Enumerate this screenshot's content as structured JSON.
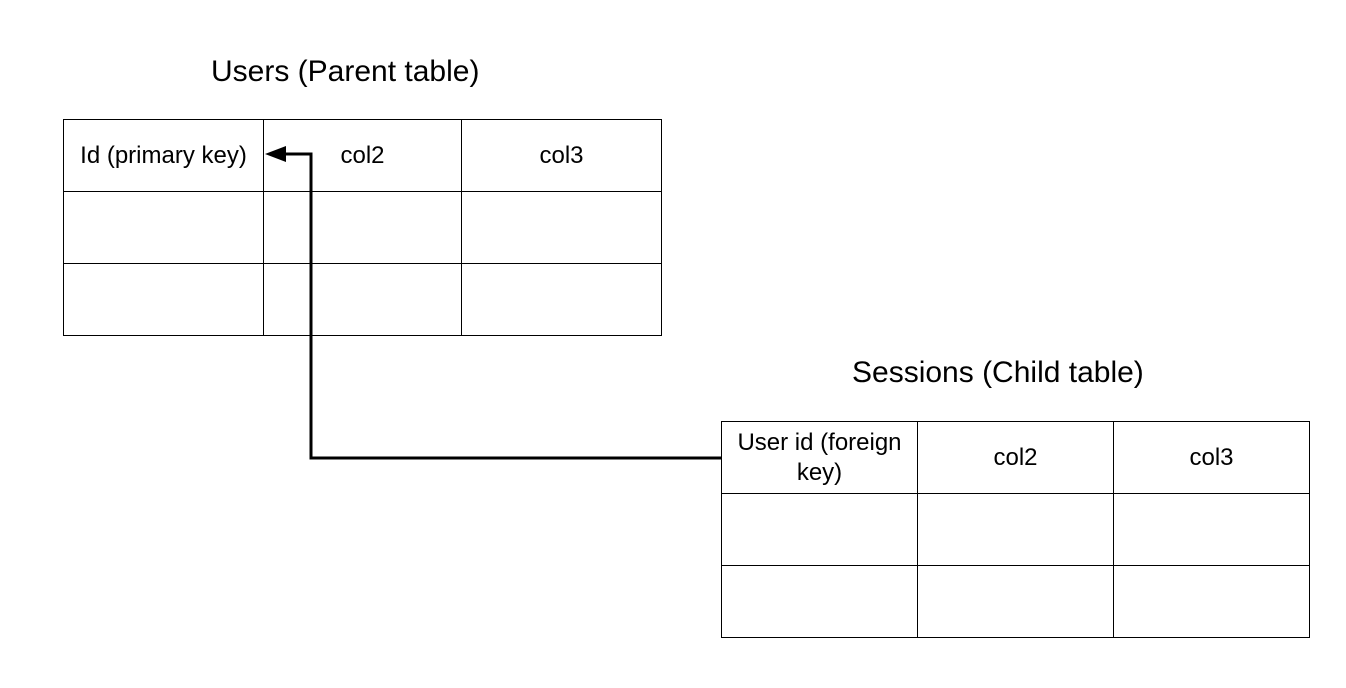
{
  "parent_table": {
    "title": "Users (Parent table)",
    "headers": [
      "Id (primary key)",
      "col2",
      "col3"
    ],
    "rows": [
      [
        "",
        "",
        ""
      ],
      [
        "",
        "",
        ""
      ]
    ]
  },
  "child_table": {
    "title": "Sessions (Child table)",
    "headers": [
      "User id (foreign key)",
      "col2",
      "col3"
    ],
    "rows": [
      [
        "",
        "",
        ""
      ],
      [
        "",
        "",
        ""
      ]
    ]
  },
  "relationship": {
    "from": "User id (foreign key)",
    "to": "Id (primary key)",
    "line_color": "#000000"
  }
}
